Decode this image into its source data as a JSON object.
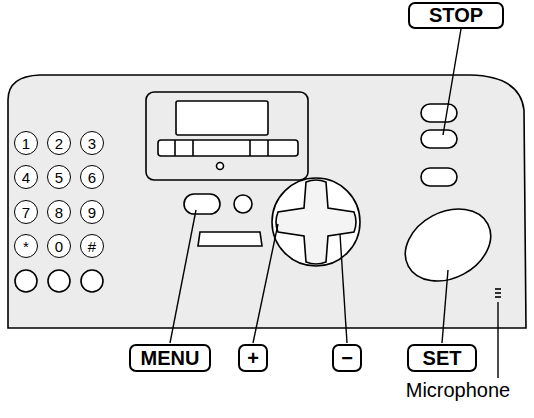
{
  "diagram": {
    "nodes": [
      {
        "text": [
          "STOP"
        ]
      },
      {
        "text": [
          "1"
        ]
      },
      {
        "text": [
          "2"
        ]
      },
      {
        "text": [
          "3"
        ]
      },
      {
        "text": [
          "4"
        ]
      },
      {
        "text": [
          "5"
        ]
      },
      {
        "text": [
          "6"
        ]
      },
      {
        "text": [
          "7"
        ]
      },
      {
        "text": [
          "8"
        ]
      },
      {
        "text": [
          "9"
        ]
      },
      {
        "text": [
          "*"
        ]
      },
      {
        "text": [
          "0"
        ]
      },
      {
        "text": [
          "#"
        ]
      },
      {
        "text": [
          "MENU"
        ]
      },
      {
        "text": [
          "+"
        ]
      },
      {
        "text": [
          "−"
        ]
      },
      {
        "text": [
          "SET"
        ]
      }
    ],
    "labels": [
      "Microphone"
    ]
  }
}
